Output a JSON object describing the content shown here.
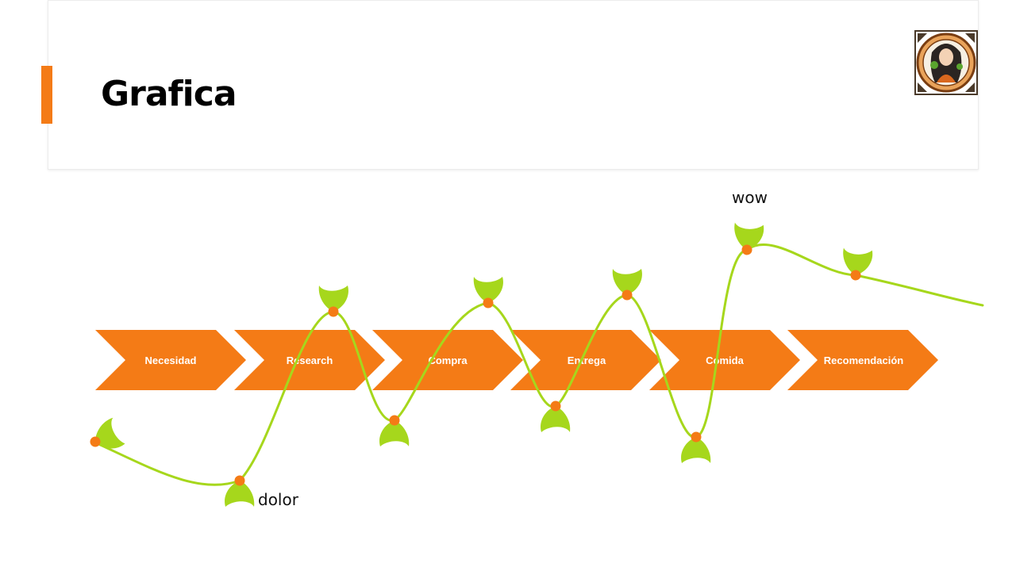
{
  "slide": {
    "title": "Grafica"
  },
  "colors": {
    "accent": "#F47B16",
    "leaf": "#A6D71C",
    "vine": "#A6D71C",
    "dot": "#F47B16"
  },
  "logo": {
    "icon": "portrait-emblem-icon"
  },
  "journey": {
    "stages": [
      "Necesidad",
      "Research",
      "Compra",
      "Entrega",
      "Comida",
      "Recomendación"
    ],
    "annotations": {
      "low": "dolor",
      "high": "wow"
    }
  }
}
